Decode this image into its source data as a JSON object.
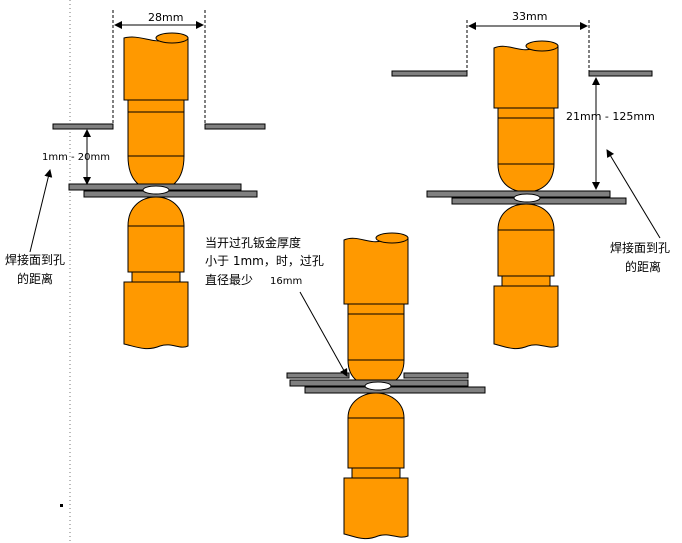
{
  "colors": {
    "electrode_fill": "#FF9900",
    "electrode_stroke": "#000000",
    "sheet_fill": "#808080",
    "sheet_stroke": "#000000",
    "line": "#000000",
    "background": "#FFFFFF"
  },
  "labels": {
    "left_width": "28mm",
    "left_gap": "1mm - 20mm",
    "left_note_line1": "焊接面到孔",
    "left_note_line2": "的距离",
    "right_width": "33mm",
    "right_gap": "21mm - 125mm",
    "right_note_line1": "焊接面到孔",
    "right_note_line2": "的距离",
    "center_note_line1": "当开过孔钣金厚度",
    "center_note_line2": "小于 1mm，时，过孔",
    "center_note_line3": "直径最少",
    "center_note_value": "16mm"
  }
}
